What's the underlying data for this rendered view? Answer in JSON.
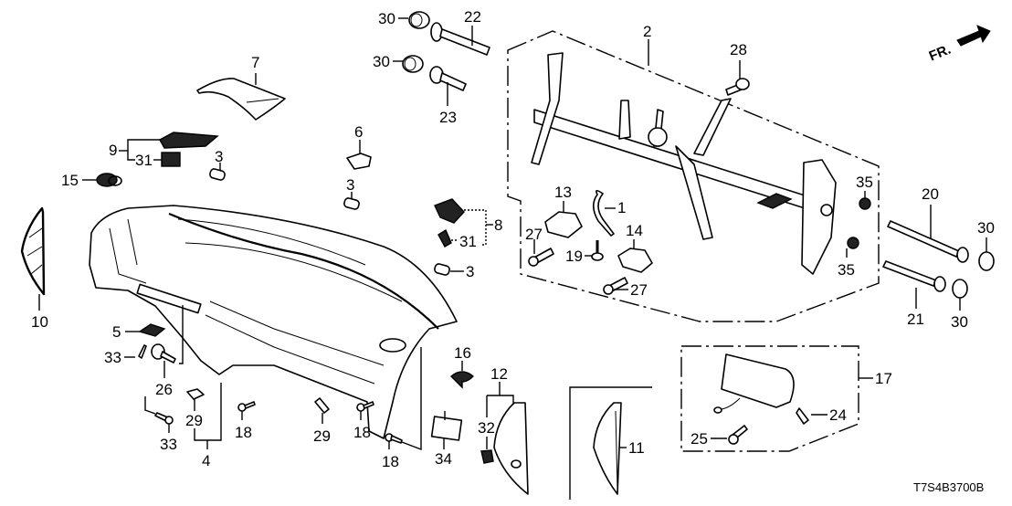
{
  "diagram": {
    "diagram_code": "T7S4B3700B",
    "direction_indicator": "FR.",
    "callouts": {
      "p1": "1",
      "p2": "2",
      "p3a": "3",
      "p3b": "3",
      "p3c": "3",
      "p4": "4",
      "p5": "5",
      "p6": "6",
      "p7": "7",
      "p8": "8",
      "p9": "9",
      "p10": "10",
      "p11": "11",
      "p12": "12",
      "p13": "13",
      "p14": "14",
      "p15": "15",
      "p16": "16",
      "p17": "17",
      "p18a": "18",
      "p18b": "18",
      "p18c": "18",
      "p19": "19",
      "p20": "20",
      "p21": "21",
      "p22": "22",
      "p23": "23",
      "p24": "24",
      "p25": "25",
      "p26": "26",
      "p27a": "27",
      "p27b": "27",
      "p28": "28",
      "p29a": "29",
      "p29b": "29",
      "p30a": "30",
      "p30b": "30",
      "p30c": "30",
      "p30d": "30",
      "p31a": "31",
      "p31b": "31",
      "p32": "32",
      "p33a": "33",
      "p33b": "33",
      "p34": "34",
      "p35a": "35",
      "p35b": "35"
    }
  }
}
